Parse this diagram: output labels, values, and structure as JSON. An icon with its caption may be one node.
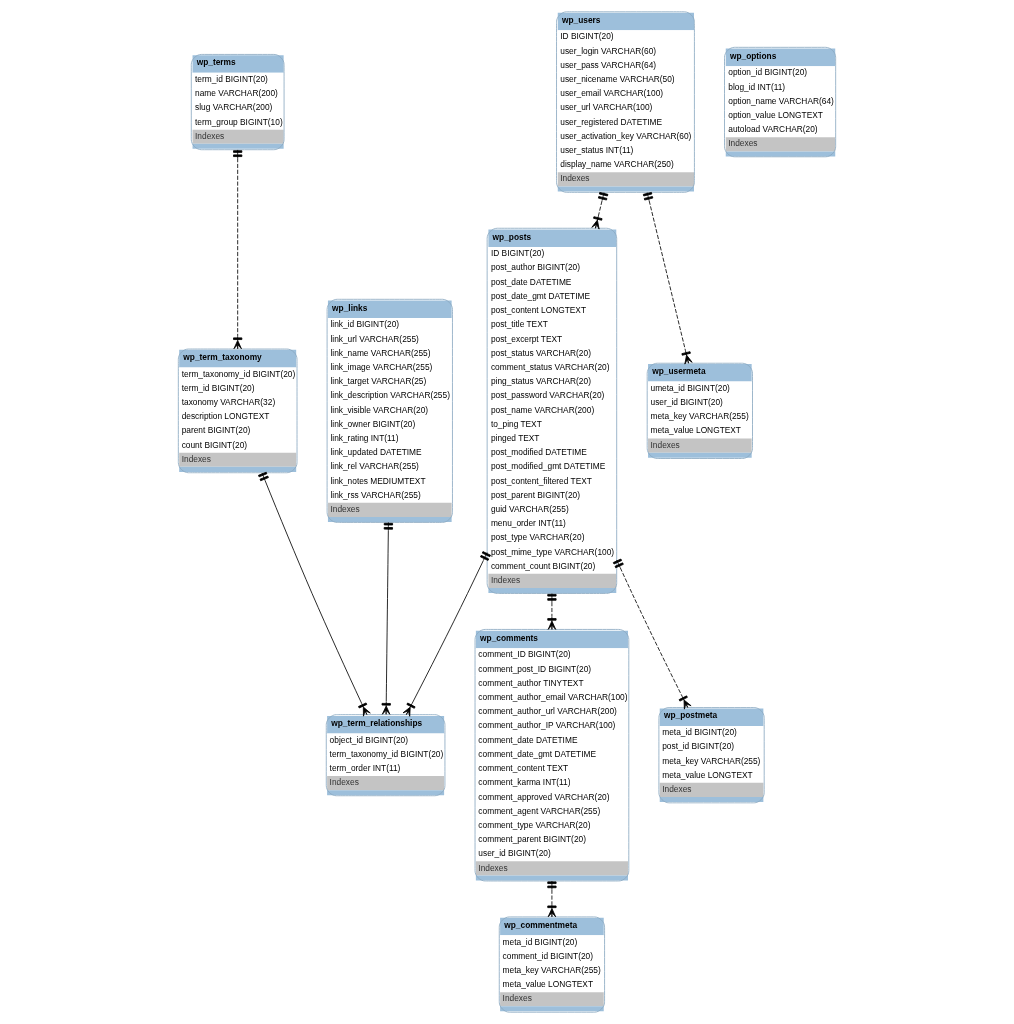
{
  "diagram": {
    "nodes": [
      {
        "text": [
          "wp_comments",
          "comment_ID BIGINT(20)",
          "comment_post_ID BIGINT(20)",
          "comment_author TINYTEXT",
          "comment_author_email VARCHAR(100)",
          "comment_author_url VARCHAR(200)",
          "comment_author_IP VARCHAR(100)",
          "comment_date DATETIME",
          "comment_date_gmt DATETIME",
          "comment_content TEXT",
          "comment_karma INT(11)",
          "comment_approved VARCHAR(20)",
          "comment_agent VARCHAR(255)",
          "comment_type VARCHAR(20)",
          "comment_parent BIGINT(20)",
          "user_id BIGINT(20)",
          "Indexes"
        ]
      },
      {
        "text": [
          "wp_posts",
          "ID BIGINT(20)",
          "post_author BIGINT(20)",
          "post_date DATETIME",
          "post_date_gmt DATETIME",
          "post_content LONGTEXT",
          "post_title TEXT",
          "post_excerpt TEXT",
          "post_status VARCHAR(20)",
          "comment_status VARCHAR(20)",
          "ping_status VARCHAR(20)",
          "post_password VARCHAR(20)",
          "post_name VARCHAR(200)",
          "to_ping TEXT",
          "pinged TEXT",
          "post_modified DATETIME",
          "post_modified_gmt DATETIME",
          "post_content_filtered TEXT",
          "post_parent BIGINT(20)",
          "guid VARCHAR(255)",
          "menu_order INT(11)",
          "post_type VARCHAR(20)",
          "post_mime_type VARCHAR(100)",
          "comment_count BIGINT(20)",
          "Indexes"
        ]
      },
      {
        "text": [
          "wp_users",
          "ID BIGINT(20)",
          "user_login VARCHAR(60)",
          "user_pass VARCHAR(64)",
          "user_nicename VARCHAR(50)",
          "user_email VARCHAR(100)",
          "user_url VARCHAR(100)",
          "user_registered DATETIME",
          "user_activation_key VARCHAR(60)",
          "user_status INT(11)",
          "display_name VARCHAR(250)",
          "Indexes"
        ]
      },
      {
        "text": [
          "wp_usermeta",
          "umeta_id BIGINT(20)",
          "user_id BIGINT(20)",
          "meta_key VARCHAR(255)",
          "meta_value LONGTEXT",
          "Indexes"
        ]
      },
      {
        "text": [
          "wp_commentmeta",
          "meta_id BIGINT(20)",
          "comment_id BIGINT(20)",
          "meta_key VARCHAR(255)",
          "meta_value LONGTEXT",
          "Indexes"
        ]
      },
      {
        "text": [
          "wp_term_taxonomy",
          "term_taxonomy_id BIGINT(20)",
          "term_id BIGINT(20)",
          "taxonomy VARCHAR(32)",
          "description LONGTEXT",
          "parent BIGINT(20)",
          "count BIGINT(20)",
          "Indexes"
        ]
      },
      {
        "text": [
          "wp_term_relationships",
          "object_id BIGINT(20)",
          "term_taxonomy_id BIGINT(20)",
          "term_order INT(11)",
          "Indexes"
        ]
      },
      {
        "text": [
          "wp_postmeta",
          "meta_id BIGINT(20)",
          "post_id BIGINT(20)",
          "meta_key VARCHAR(255)",
          "meta_value LONGTEXT",
          "Indexes"
        ]
      },
      {
        "text": [
          "wp_options",
          "option_id BIGINT(20)",
          "blog_id INT(11)",
          "option_name VARCHAR(64)",
          "option_value LONGTEXT",
          "autoload VARCHAR(20)",
          "Indexes"
        ]
      },
      {
        "text": [
          "wp_terms",
          "term_id BIGINT(20)",
          "name VARCHAR(200)",
          "slug VARCHAR(200)",
          "term_group BIGINT(10)",
          "Indexes"
        ]
      },
      {
        "text": [
          "wp_links",
          "link_id BIGINT(20)",
          "link_url VARCHAR(255)",
          "link_name VARCHAR(255)",
          "link_image VARCHAR(255)",
          "link_target VARCHAR(25)",
          "link_description VARCHAR(255)",
          "link_visible VARCHAR(20)",
          "link_owner BIGINT(20)",
          "link_rating INT(11)",
          "link_updated DATETIME",
          "link_rel VARCHAR(255)",
          "link_notes MEDIUMTEXT",
          "link_rss VARCHAR(255)",
          "Indexes"
        ]
      }
    ],
    "edges": [
      {
        "from": 1,
        "to": 0,
        "arrow": "other",
        "style": "dashed"
      },
      {
        "from": 2,
        "to": 1,
        "arrow": "other",
        "style": "dashed"
      },
      {
        "from": 0,
        "to": 4,
        "arrow": "other",
        "style": "dashed"
      },
      {
        "from": 1,
        "to": 7,
        "arrow": "other",
        "style": "dashed"
      },
      {
        "from": 2,
        "to": 3,
        "arrow": "other",
        "style": "dashed"
      },
      {
        "from": 1,
        "to": 6,
        "arrow": "other"
      },
      {
        "from": 5,
        "to": 6,
        "arrow": "other"
      },
      {
        "from": 9,
        "to": 5,
        "arrow": "other",
        "style": "dashed"
      },
      {
        "from": 10,
        "to": 6,
        "arrow": "other"
      }
    ]
  }
}
